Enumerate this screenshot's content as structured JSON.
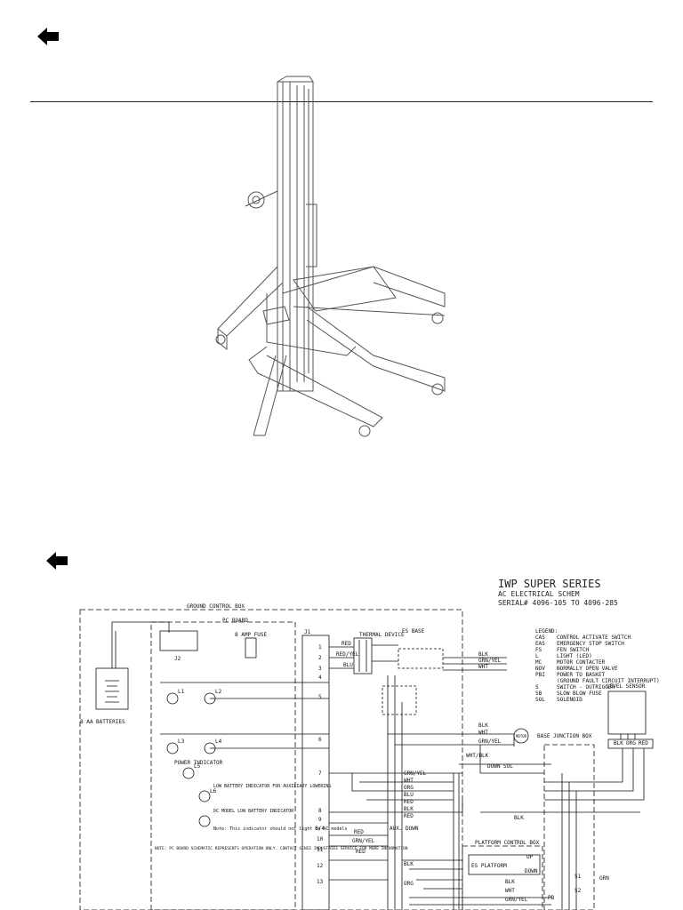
{
  "nav": {
    "back_icon": "back-arrow-icon"
  },
  "schematic": {
    "title_lines": [
      "IWP SUPER SERIES",
      "AC ELECTRICAL SCHEM",
      "SERIAL# 4096-105 TO 4096-285"
    ],
    "ground_control_box": "GROUND CONTROL BOX",
    "pc_board": "PC BOARD",
    "amp_fuse": "8 AMP FUSE",
    "j1": "J1",
    "j2": "J2",
    "batteries": "8 AA BATTERIES",
    "thermal_device": "THERMAL DEVICE",
    "es_base": "ES BASE",
    "base_junction_box": "BASE JUNCTION BOX",
    "platform_control_box": "PLATFORM CONTROL BOX",
    "level_sensor": "LEVEL SENSOR",
    "motor": "MOTOR",
    "power_indicator": "POWER INDICATOR",
    "low_battery": "LOW BATTERY INDICATOR FOR AUXILIARY LOWERING",
    "dc_model_low": "DC MODEL LOW BATTERY INDICATOR",
    "note_dc": "Note: This indicator should not light on AC models",
    "note_pc": "NOTE: PC BOARD SCHEMATIC REPRESENTS OPERATION ONLY. CONTACT GENIE INDUSTRIES SERVICE FOR MORE INFORMATION",
    "aux_down": "AUX. DOWN",
    "down_sol": "DOWN SOL",
    "legend_title": "LEGEND:",
    "legend": [
      [
        "CAS",
        "CONTROL ACTIVATE SWITCH"
      ],
      [
        "EAS",
        "EMERGENCY STOP SWITCH"
      ],
      [
        "FS",
        "FEN SWITCH"
      ],
      [
        "L",
        "LIGHT (LED)"
      ],
      [
        "MC",
        "MOTOR CONTACTER"
      ],
      [
        "NOV",
        "NORMALLY OPEN VALVE"
      ],
      [
        "PBI",
        "POWER TO BASKET"
      ],
      [
        "",
        "(GROUND FAULT CIRCUIT INTERRUPT)"
      ],
      [
        "S",
        "SWITCH - OUTRIGGER"
      ],
      [
        "SB",
        "SLOW BLOW FUSE"
      ],
      [
        "SOL",
        "SOLENOID"
      ]
    ],
    "wire_labels": [
      "BLK",
      "WHT",
      "GRN/YEL",
      "RED",
      "BLU",
      "ORG",
      "RED/YEL",
      "WHT/BLK",
      "GRN"
    ],
    "j1_pins": [
      "1",
      "2",
      "3",
      "4",
      "5",
      "6",
      "7",
      "8",
      "9",
      "8/4",
      "10",
      "11",
      "12",
      "13"
    ],
    "indicator_labels": [
      "L1",
      "L2",
      "L3",
      "L4",
      "L5",
      "L6"
    ],
    "switch_labels": [
      "S1",
      "S2",
      "PB"
    ],
    "platform_switch": "ES PLATFORM",
    "up": "UP",
    "down": "DOWN"
  }
}
